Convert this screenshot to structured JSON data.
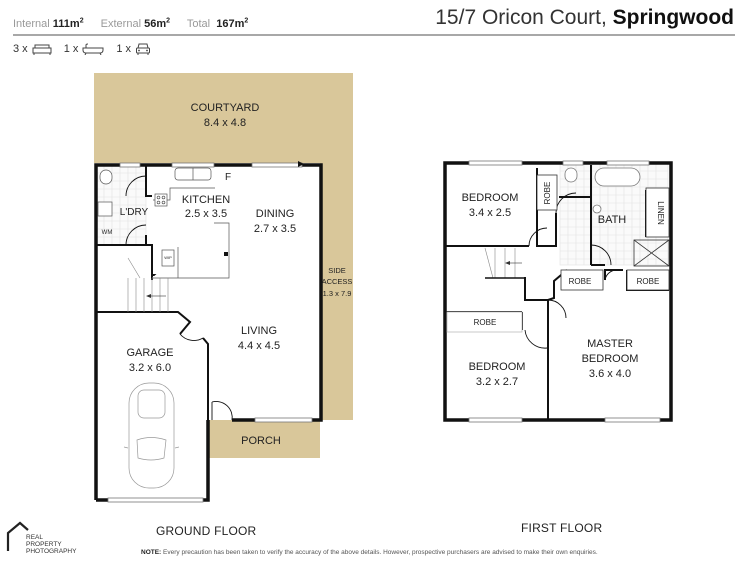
{
  "header": {
    "areas": [
      {
        "label": "Internal",
        "value": "111m",
        "unit_sup": "2"
      },
      {
        "label": "External",
        "value": "56m",
        "unit_sup": "2"
      },
      {
        "label": "Total",
        "value": "167m",
        "unit_sup": "2"
      }
    ],
    "address_street": "15/7 Oricon Court, ",
    "address_suburb": "Springwood"
  },
  "features": [
    {
      "count": "3 x",
      "icon": "bed-icon"
    },
    {
      "count": "1 x",
      "icon": "bath-icon"
    },
    {
      "count": "1 x",
      "icon": "car-icon"
    }
  ],
  "ground_floor": {
    "label": "GROUND FLOOR",
    "rooms": {
      "courtyard": {
        "name": "COURTYARD",
        "dims": "8.4 x 4.8"
      },
      "kitchen": {
        "name": "KITCHEN",
        "dims": "2.5 x 3.5"
      },
      "dining": {
        "name": "DINING",
        "dims": "2.7 x 3.5"
      },
      "laundry": {
        "name": "L'DRY"
      },
      "wm": {
        "name": "WM"
      },
      "wip": {
        "name": "WIP"
      },
      "fridge": {
        "name": "F"
      },
      "side_access": {
        "name1": "SIDE",
        "name2": "ACCESS",
        "dims": "1.3 x 7.9"
      },
      "living": {
        "name": "LIVING",
        "dims": "4.4 x 4.5"
      },
      "garage": {
        "name": "GARAGE",
        "dims": "3.2 x 6.0"
      },
      "porch": {
        "name": "PORCH"
      }
    }
  },
  "first_floor": {
    "label": "FIRST FLOOR",
    "rooms": {
      "bedroom2": {
        "name": "BEDROOM",
        "dims": "3.4 x 2.5"
      },
      "robe1": {
        "name": "ROBE"
      },
      "bath": {
        "name": "BATH"
      },
      "linen": {
        "name": "LINEN"
      },
      "robe2": {
        "name": "ROBE"
      },
      "robe3": {
        "name": "ROBE"
      },
      "robe4": {
        "name": "ROBE"
      },
      "bedroom3": {
        "name": "BEDROOM",
        "dims": "3.2 x 2.7"
      },
      "master": {
        "name1": "MASTER",
        "name2": "BEDROOM",
        "dims": "3.6 x 4.0"
      }
    }
  },
  "footer": {
    "logo_line1": "REAL",
    "logo_line2": "PROPERTY",
    "logo_line3": "PHOTOGRAPHY",
    "note_label": "NOTE:",
    "note_text": " Every precaution has been taken to verify the accuracy of the above details. However, prospective purchasers are advised to make their own enquiries."
  },
  "colors": {
    "outdoor_fill": "#d9c79a",
    "wall": "#111111",
    "header_rule": "#a8a8a8"
  }
}
